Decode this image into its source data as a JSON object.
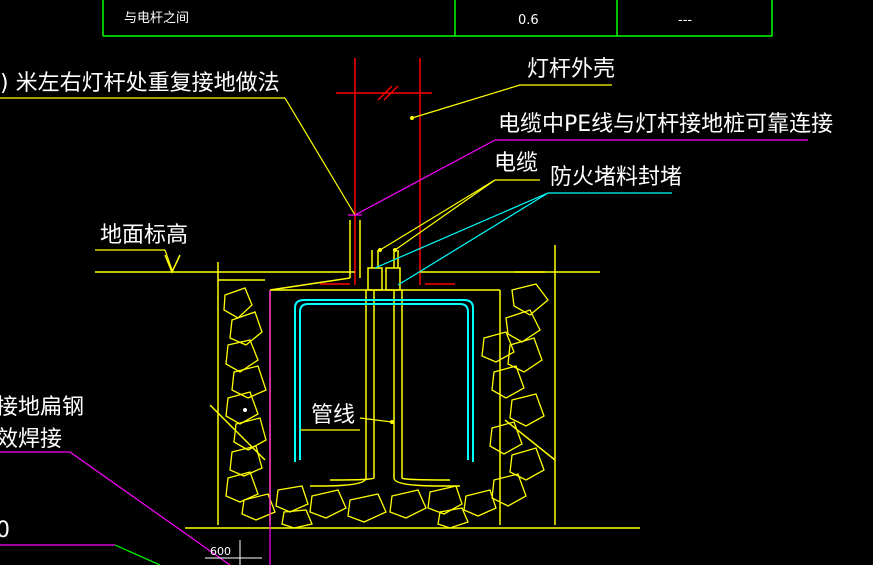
{
  "table_row": {
    "label": "与电杆之间",
    "value": "0.6",
    "extra": "---"
  },
  "labels": {
    "title": ") 米左右灯杆处重复接地做法",
    "pole_shell": "灯杆外壳",
    "pe_link": "电缆中PE线与灯杆接地桩可靠连接",
    "cable": "电缆",
    "firestop": "防火堵料封堵",
    "ground_level": "地面标高",
    "conduit": "管线",
    "flat_steel_1": "接地扁钢",
    "flat_steel_2": "效焊接",
    "left_num": "0",
    "dim": "600"
  },
  "colors": {
    "background": "#000000",
    "structure": "#ffff00",
    "pole": "#ff0000",
    "leader": "#ff00ff",
    "rebar": "#00ffff",
    "grid": "#00ff00",
    "text": "#ffffff"
  }
}
